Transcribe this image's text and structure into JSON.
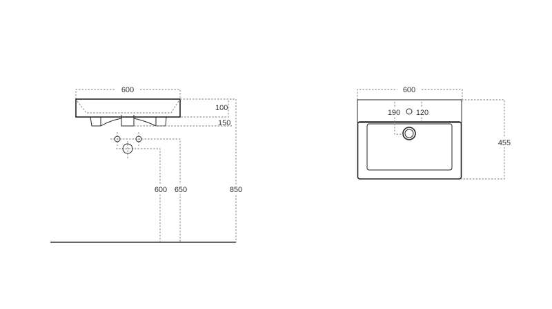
{
  "side_view": {
    "width": "600",
    "basin_height": "100",
    "overall_height": "150",
    "waste_height": "600",
    "supply_height": "650",
    "top_height": "850"
  },
  "top_view": {
    "width": "600",
    "tap_left_offset": "190",
    "tap_right_offset": "120",
    "depth": "455"
  }
}
